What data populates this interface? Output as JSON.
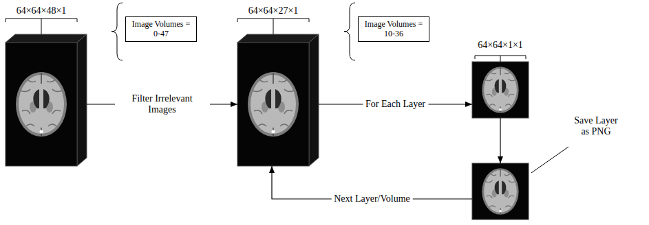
{
  "diagram": {
    "nodes": [
      {
        "text": [
          "64×64×48×1"
        ]
      },
      {
        "text": [
          "Image Volumes = 0-47"
        ]
      },
      {
        "text": [
          "64×64×27×1"
        ]
      },
      {
        "text": [
          "Image Volumes = 10-36"
        ]
      },
      {
        "text": [
          "64×64×1×1"
        ]
      },
      {
        "text": [
          "Save Layer as PNG"
        ]
      }
    ],
    "edges": [
      {
        "from": 0,
        "to": 2,
        "arrow": "to",
        "label": "Filter Irrelevant Images"
      },
      {
        "from": 2,
        "to": 4,
        "arrow": "to",
        "label": "For Each Layer"
      },
      {
        "from": 4,
        "to": 5,
        "arrow": "to"
      },
      {
        "from": 5,
        "to": 2,
        "arrow": "to",
        "label": "Next Layer/Volume"
      }
    ]
  }
}
